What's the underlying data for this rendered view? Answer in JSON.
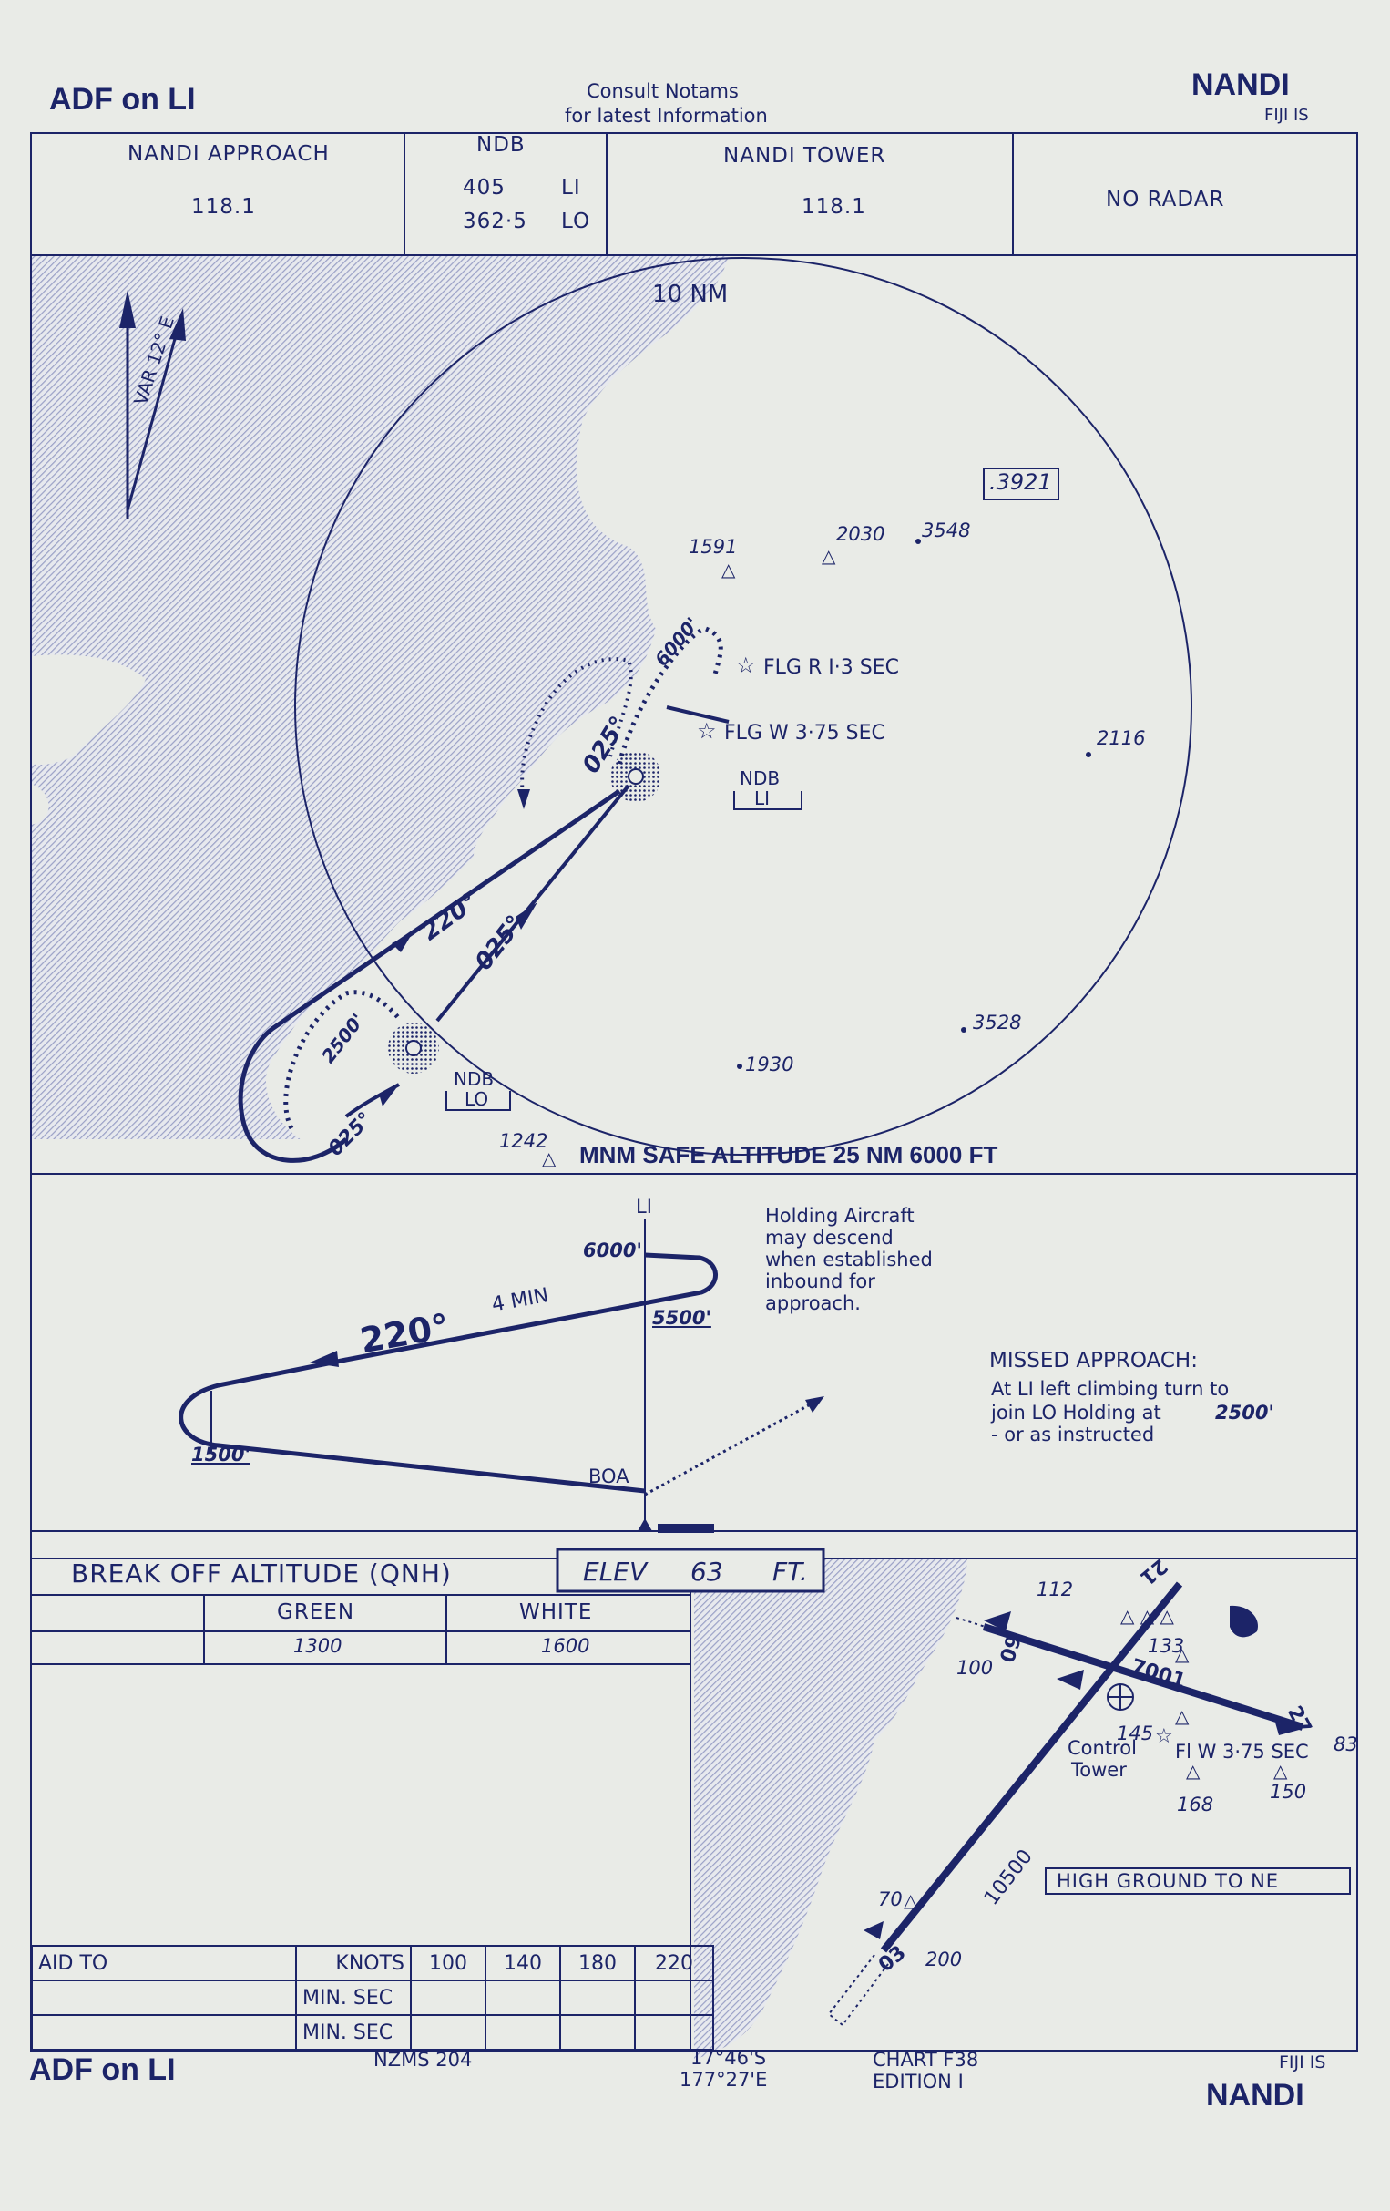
{
  "header": {
    "title": "ADF on LI",
    "notams_line1": "Consult  Notams",
    "notams_line2": "for  latest  Information",
    "airport": "NANDI",
    "country": "FIJI IS"
  },
  "freq_boxes": {
    "approach_label": "NANDI  APPROACH",
    "approach_freq": "118.1",
    "ndb_label": "NDB",
    "ndb_li_freq": "405",
    "ndb_li_id": "LI",
    "ndb_lo_freq": "362·5",
    "ndb_lo_id": "LO",
    "tower_label": "NANDI  TOWER",
    "tower_freq": "118.1",
    "radar": "NO   RADAR"
  },
  "plan_view": {
    "ring_label": "10 NM",
    "variation": "VAR 12° E",
    "spot_elevs": [
      "1591",
      "2030",
      "3548",
      "2116",
      "3528",
      "1930",
      "1242"
    ],
    "boxed_elev": ".3921",
    "light_r": "FLG R   I·3 SEC",
    "light_w": "FLG  W    3·75  SEC",
    "ndb_li": "NDB",
    "ndb_li_id": "LI",
    "ndb_lo": "NDB",
    "ndb_lo_id": "LO",
    "hold_alt": "6000'",
    "track_outbound": "220°",
    "track_inbound": "025°",
    "track_hold": "025°",
    "lo_hold_alt": "2500'",
    "lo_track": "025°",
    "msa": "MNM SAFE ALTITUDE 25 NM 6000 FT"
  },
  "profile": {
    "li": "LI",
    "alt_6000": "6000'",
    "alt_5500": "5500'",
    "time": "4  MIN",
    "track": "220°",
    "alt_1500": "1500'",
    "boa": "BOA",
    "holding_note": [
      "Holding  Aircraft",
      "may descend",
      "when established",
      "inbound for",
      "approach."
    ],
    "missed_title": "MISSED APPROACH:",
    "missed_text": [
      "At LI left climbing turn to",
      "join LO  Holding at",
      "- or as instructed"
    ],
    "missed_alt": "2500'"
  },
  "minima": {
    "boa_title": "BREAK OFF ALTITUDE (QNH)",
    "elev_label": "ELEV",
    "elev_value": "63",
    "elev_unit": "FT.",
    "green_label": "GREEN",
    "white_label": "WHITE",
    "green_value": "1300",
    "white_value": "1600",
    "aid_label": "AID TO",
    "knots_label": "KNOTS",
    "speeds": [
      "100",
      "140",
      "180",
      "220"
    ],
    "minsec_label": "MIN. SEC"
  },
  "aerodrome": {
    "rwy_21": "21",
    "rwy_27": "27",
    "rwy_09": "09",
    "rwy_03": "03",
    "len_7001": "7001",
    "len_10500": "10500",
    "obs": [
      "112",
      "133",
      "145",
      "168",
      "150",
      "83",
      "70"
    ],
    "d100": "100",
    "d200": "200",
    "tower1": "Control",
    "tower2": "Tower",
    "beacon": "Fl W 3·75  SEC",
    "high_ground": "HIGH  GROUND   TO  NE"
  },
  "footer": {
    "title": "ADF on LI",
    "map_ref": "NZMS   204",
    "lat": "17°46'S",
    "lon": "177°27'E",
    "chart": "CHART F38",
    "edition": "EDITION I",
    "country": "FIJI IS",
    "airport": "NANDI"
  }
}
